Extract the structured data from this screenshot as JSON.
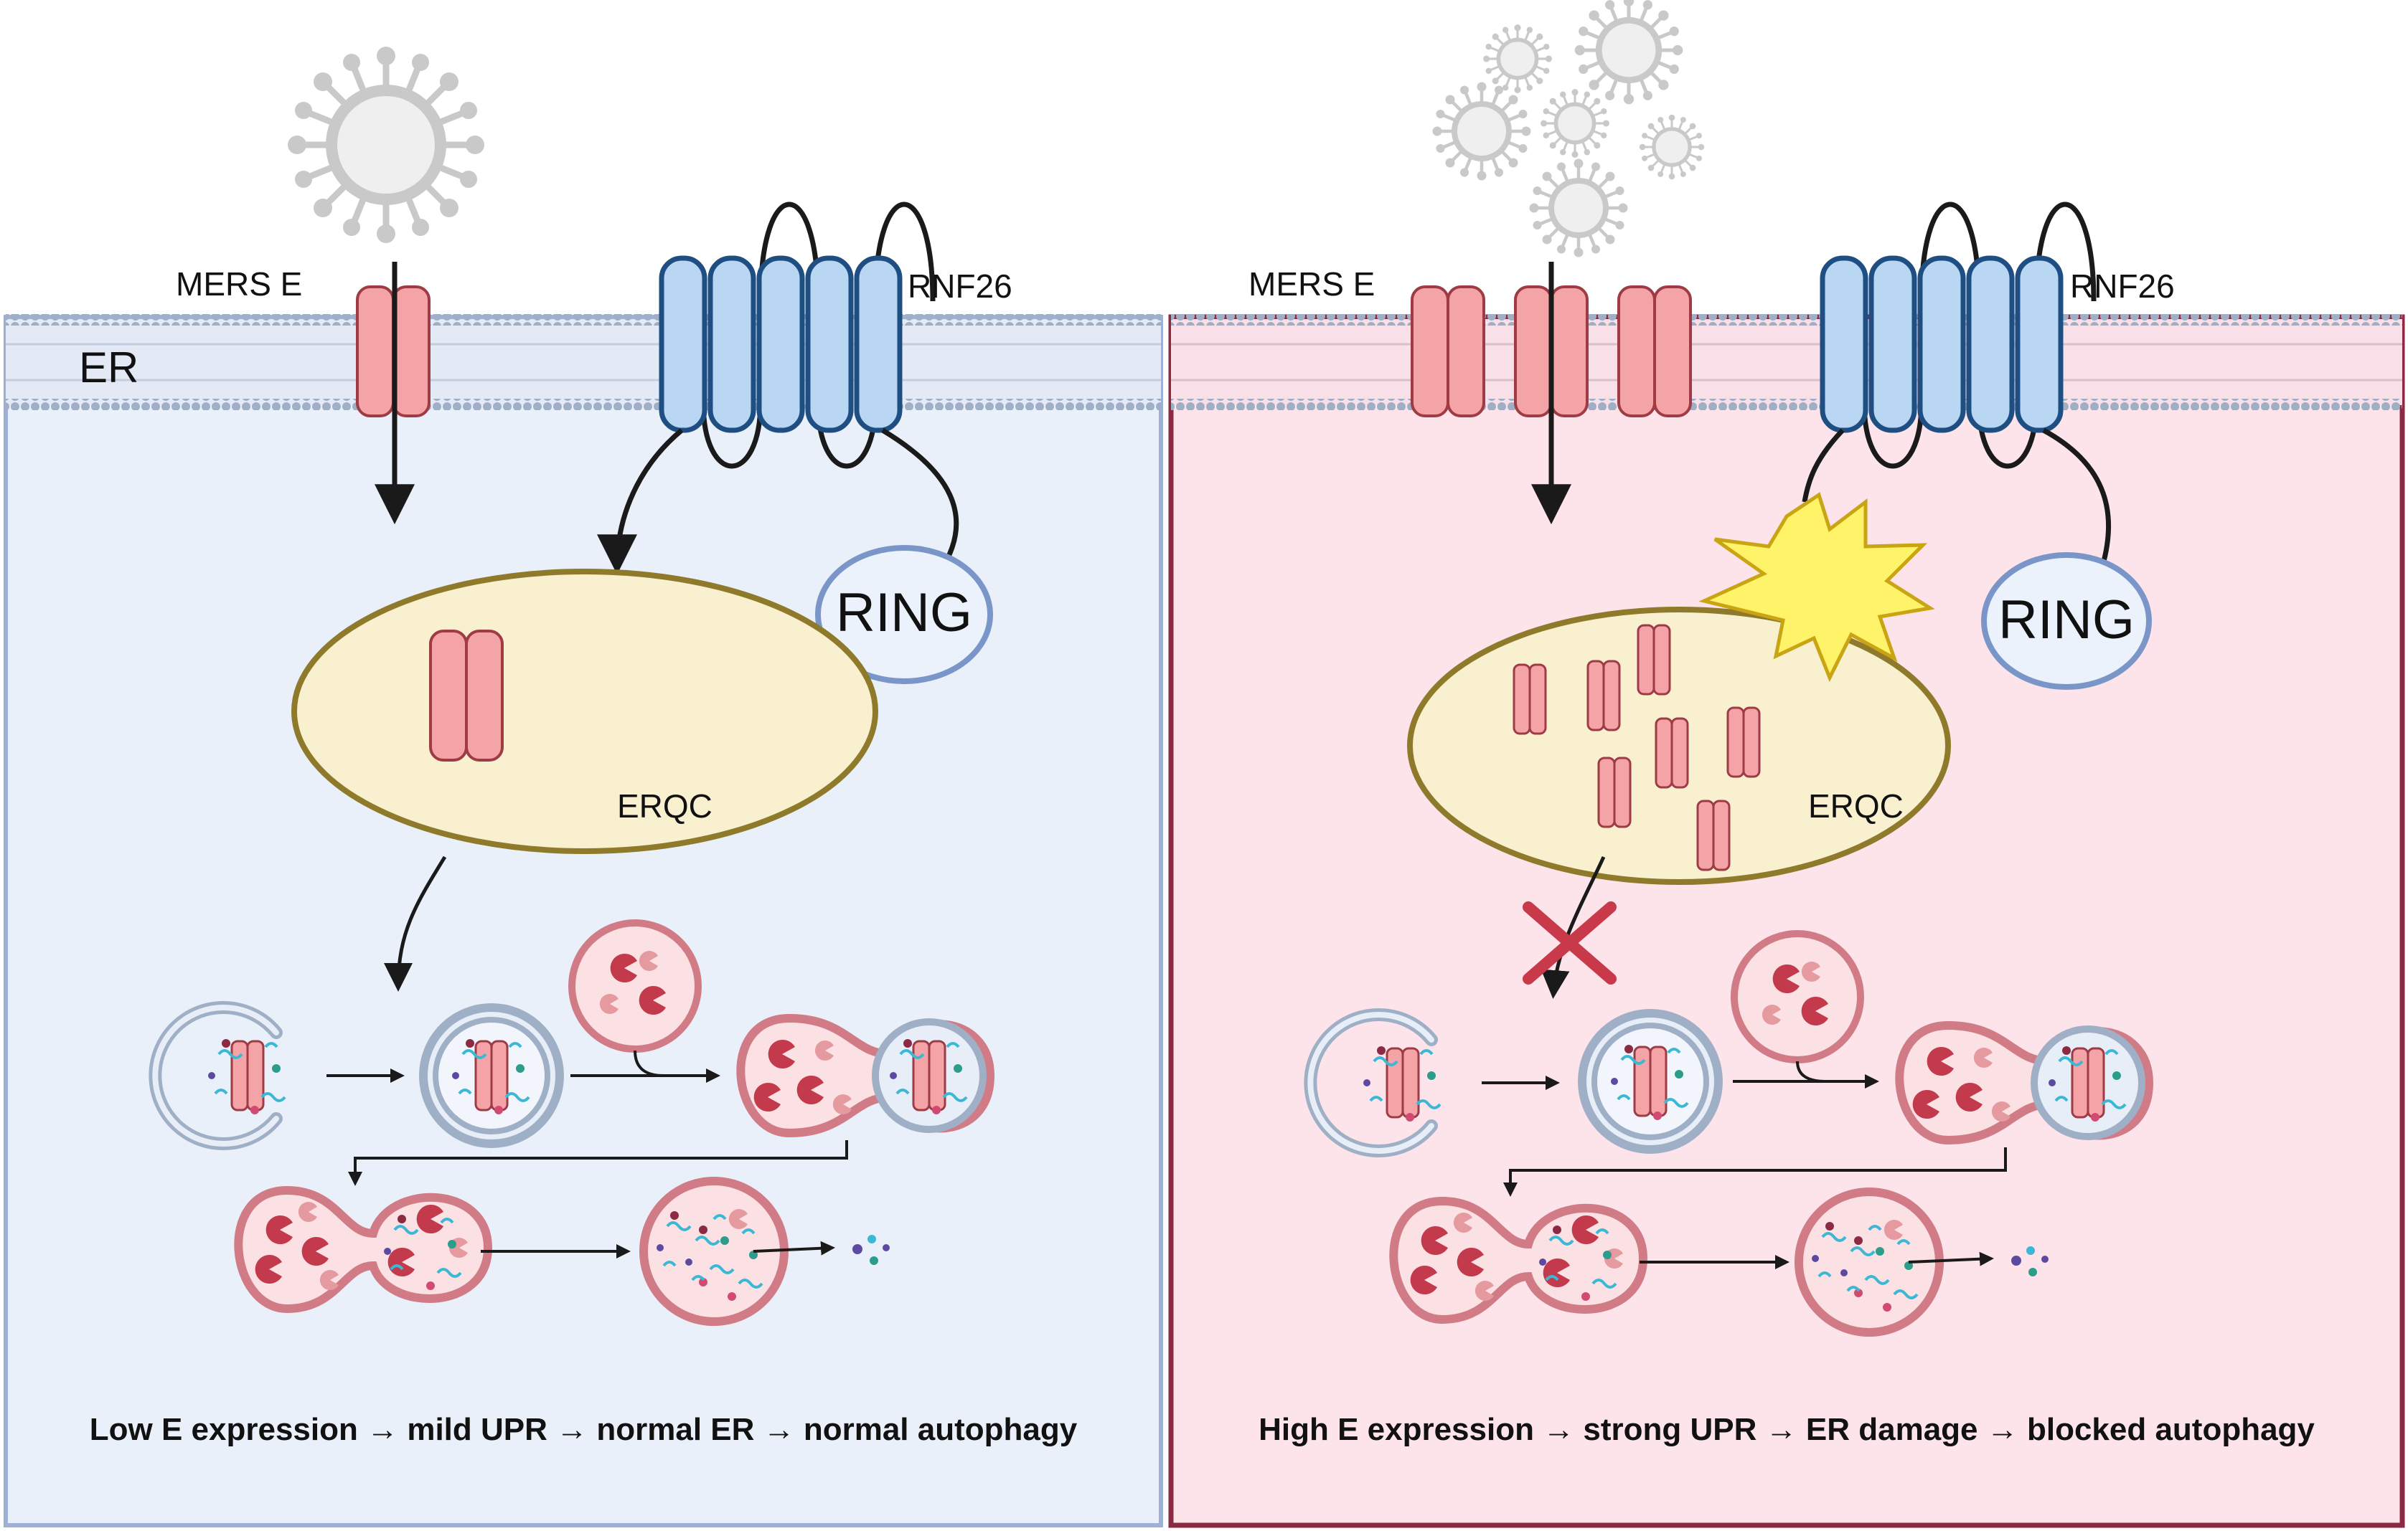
{
  "labels": {
    "er": "ER",
    "mers_e_left": "MERS E",
    "mers_e_right": "MERS E",
    "rnf26_left": "RNF26",
    "rnf26_right": "RNF26",
    "ring_left": "RING",
    "ring_right": "RING",
    "erqc_left": "ERQC",
    "erqc_right": "ERQC"
  },
  "captions": {
    "left": "Low E expression → mild UPR → normal ER → normal autophagy",
    "right": "High E expression → strong UPR → ER damage → blocked autophagy"
  },
  "colors": {
    "left_panel_fill": "#eaf0fa",
    "left_panel_border": "#9fb0d6",
    "right_panel_fill": "#fce4ea",
    "right_panel_border": "#8c2a43",
    "channel": "#f4a3a7",
    "receptor": "#b9d7f2",
    "erqc_fill": "#f8f0cf",
    "erqc_stroke": "#8e7a2a",
    "burst": "#fff36a",
    "block_x": "#c8394a"
  },
  "icons": {
    "virus": "virus-icon",
    "block": "x-mark-icon",
    "damage": "starburst-icon"
  }
}
